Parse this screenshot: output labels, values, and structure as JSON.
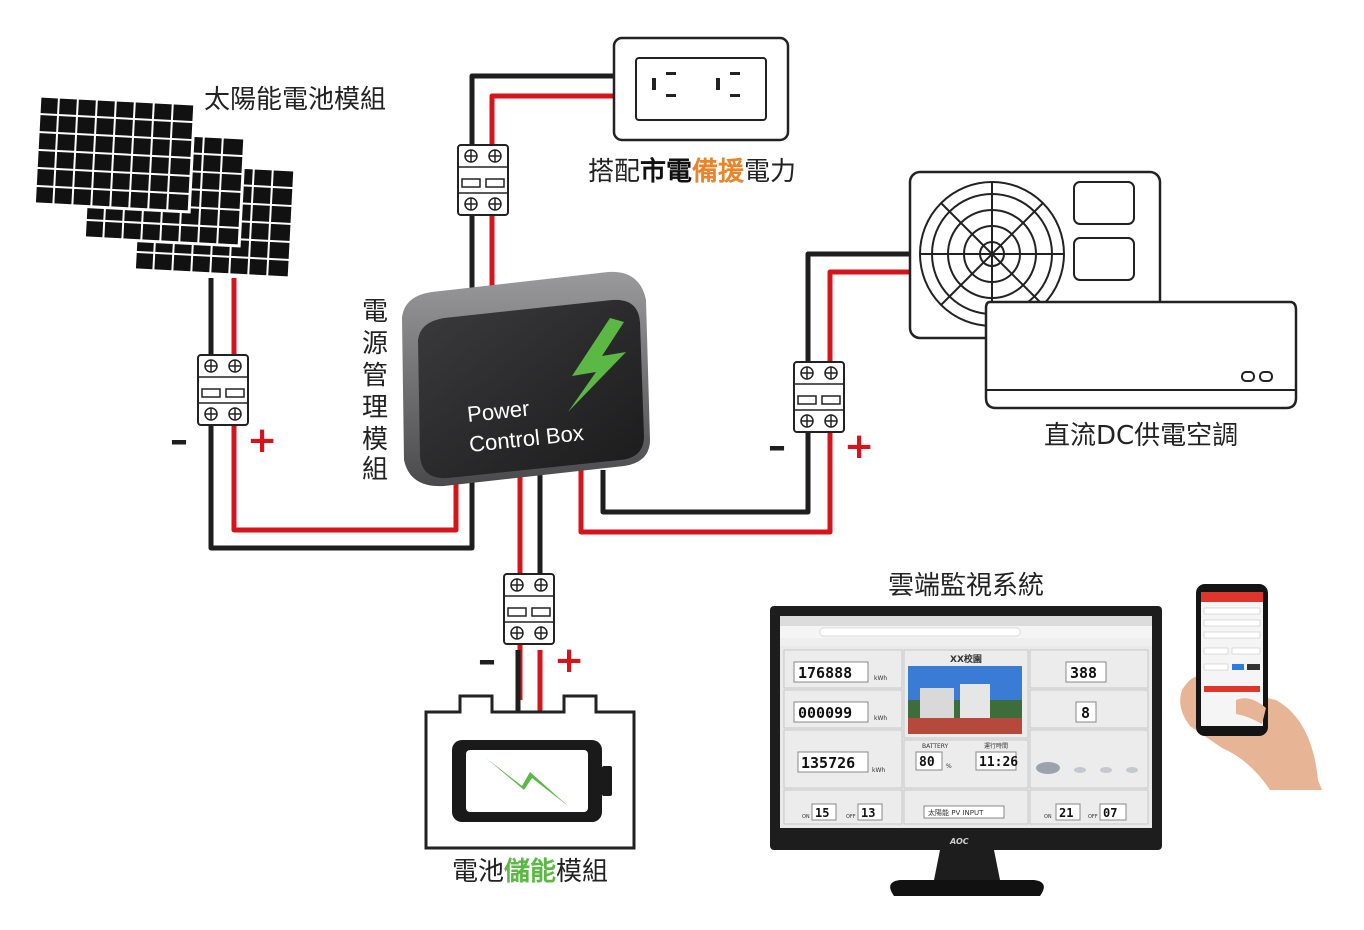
{
  "colors": {
    "wire_black": "#1e1e1e",
    "wire_red": "#d7131b",
    "accent_orange": "#e8852a",
    "accent_green": "#5cb844",
    "pcb_body": "#2f2f31",
    "bolt_green": "#5cb844"
  },
  "labels": {
    "solar": "太陽能電池模組",
    "grid_prefix": "搭配",
    "grid_bold": "市電",
    "grid_orange": "備援",
    "grid_suffix": "電力",
    "pcm_vertical": [
      "電",
      "源",
      "管",
      "理",
      "模",
      "組"
    ],
    "ac": "直流DC供電空調",
    "cloud": "雲端監視系統",
    "battery_prefix": "電池",
    "battery_green": "儲能",
    "battery_suffix": "模組"
  },
  "pcb": {
    "line1": "Power",
    "line2": "Control Box"
  },
  "polarity": {
    "minus": "–",
    "plus": "+"
  },
  "monitor": {
    "brand": "AOC",
    "campus": "XX校園",
    "value1": "176888",
    "value2": "000099",
    "value3": "135726",
    "unit": "kWh",
    "right_top": "388",
    "right_mid": "8",
    "battery_label": "BATTERY",
    "battery_pct": "80",
    "pct_unit": "%",
    "time_label": "運行時間",
    "time": "11:26",
    "on_label": "ON",
    "off_label": "OFF",
    "left_on": "15",
    "left_off": "13",
    "mode": "太陽能 PV INPUT",
    "right_on": "21",
    "right_off": "07"
  }
}
